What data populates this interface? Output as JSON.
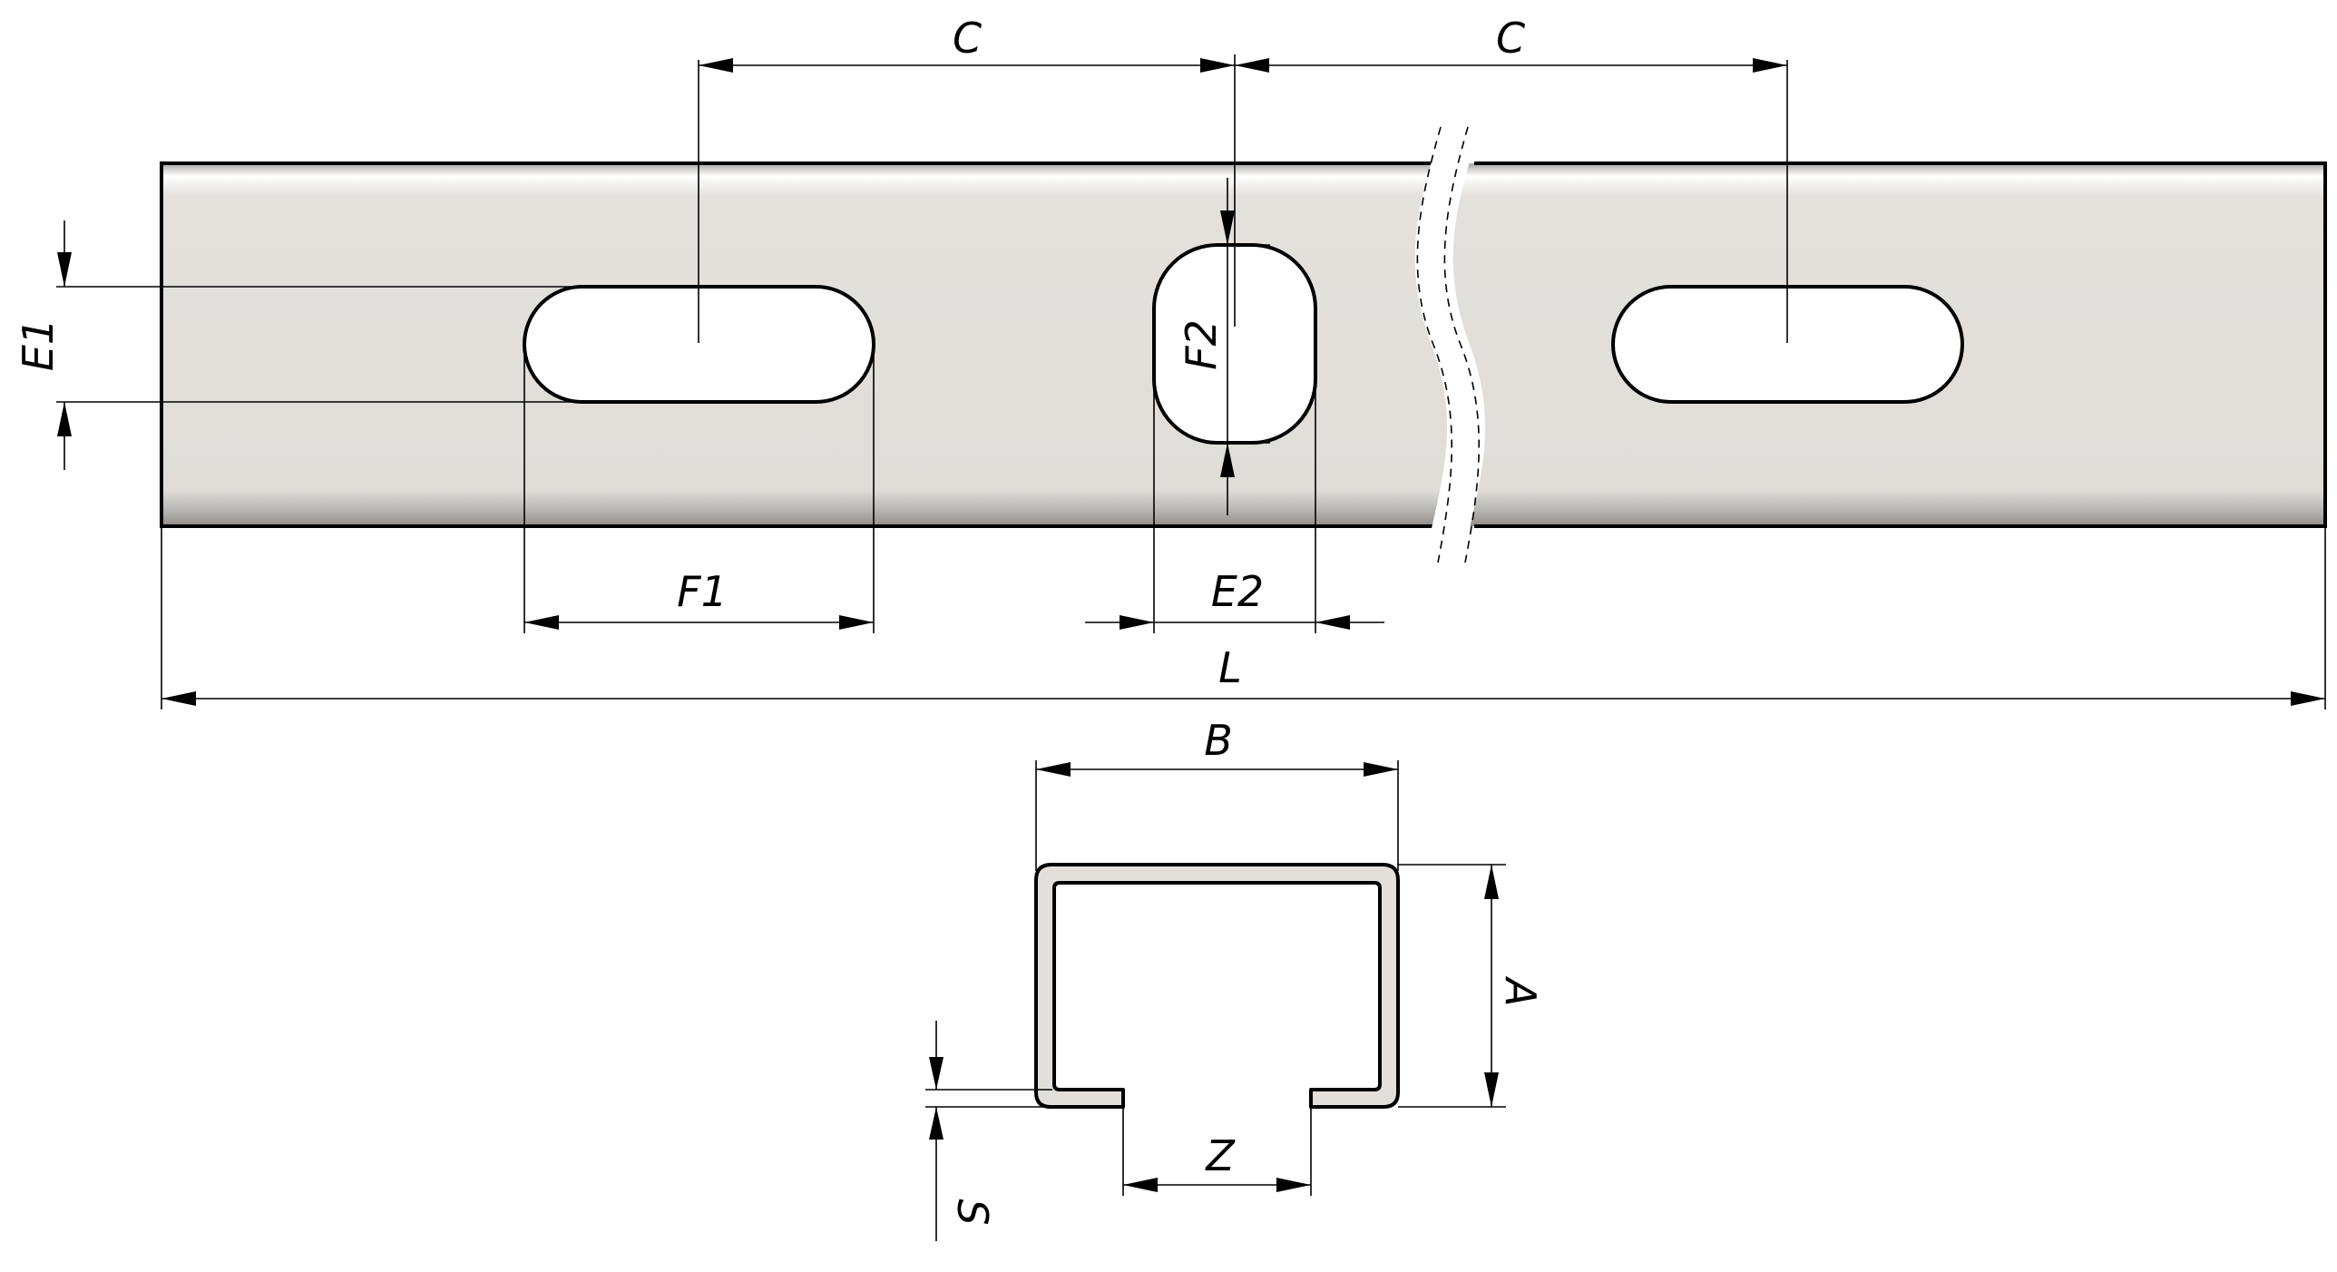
{
  "labels": {
    "c_left": "C",
    "c_right": "C",
    "e1": "E1",
    "f2": "F2",
    "f1": "F1",
    "e2": "E2",
    "l": "L",
    "b": "B",
    "a": "A",
    "z": "Z",
    "s": "S"
  },
  "colors": {
    "plate_fill": "#e2dfdb",
    "line": "#000000",
    "background": "#ffffff"
  }
}
